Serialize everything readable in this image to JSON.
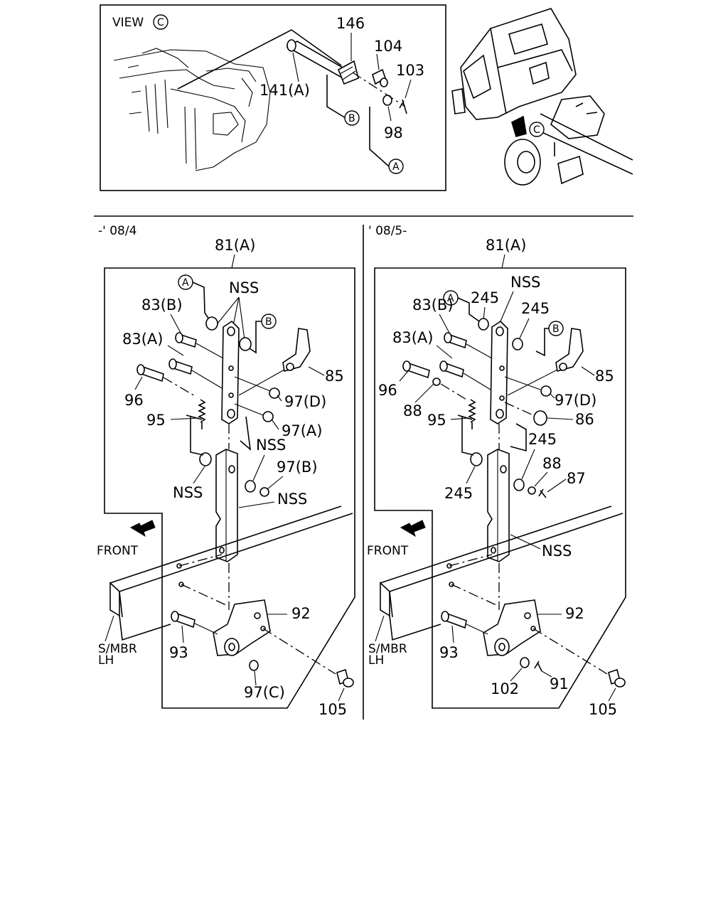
{
  "view_label": "VIEW",
  "view_ref": "C",
  "top_callouts": {
    "p146": "146",
    "p104": "104",
    "p103": "103",
    "p141a": "141(A)",
    "p98": "98",
    "ref_a": "A",
    "ref_b": "B",
    "ref_c": "C"
  },
  "left_panel": {
    "period": "-' 08/4",
    "assembly": "81(A)",
    "ref_a": "A",
    "ref_b": "B",
    "nss_top": "NSS",
    "p83b": "83(B)",
    "p83a": "83(A)",
    "p96": "96",
    "p95": "95",
    "p85": "85",
    "p97d": "97(D)",
    "p97a": "97(A)",
    "nss_mid": "NSS",
    "p97b": "97(B)",
    "nss_left": "NSS",
    "nss_right": "NSS",
    "front": "FRONT",
    "smbr": "S/MBR",
    "lh": "LH",
    "p92": "92",
    "p93": "93",
    "p97c": "97(C)",
    "p105": "105"
  },
  "right_panel": {
    "period": "' 08/5-",
    "assembly": "81(A)",
    "ref_a": "A",
    "ref_b": "B",
    "nss_top": "NSS",
    "p245_a": "245",
    "p245_b": "245",
    "p83b": "83(B)",
    "p83a": "83(A)",
    "p96": "96",
    "p88_a": "88",
    "p95": "95",
    "p85": "85",
    "p97d": "97(D)",
    "p86": "86",
    "p245_c": "245",
    "p88_b": "88",
    "p87": "87",
    "p245_d": "245",
    "nss": "NSS",
    "front": "FRONT",
    "smbr": "S/MBR",
    "lh": "LH",
    "p92": "92",
    "p93": "93",
    "p102": "102",
    "p91": "91",
    "p105": "105"
  }
}
